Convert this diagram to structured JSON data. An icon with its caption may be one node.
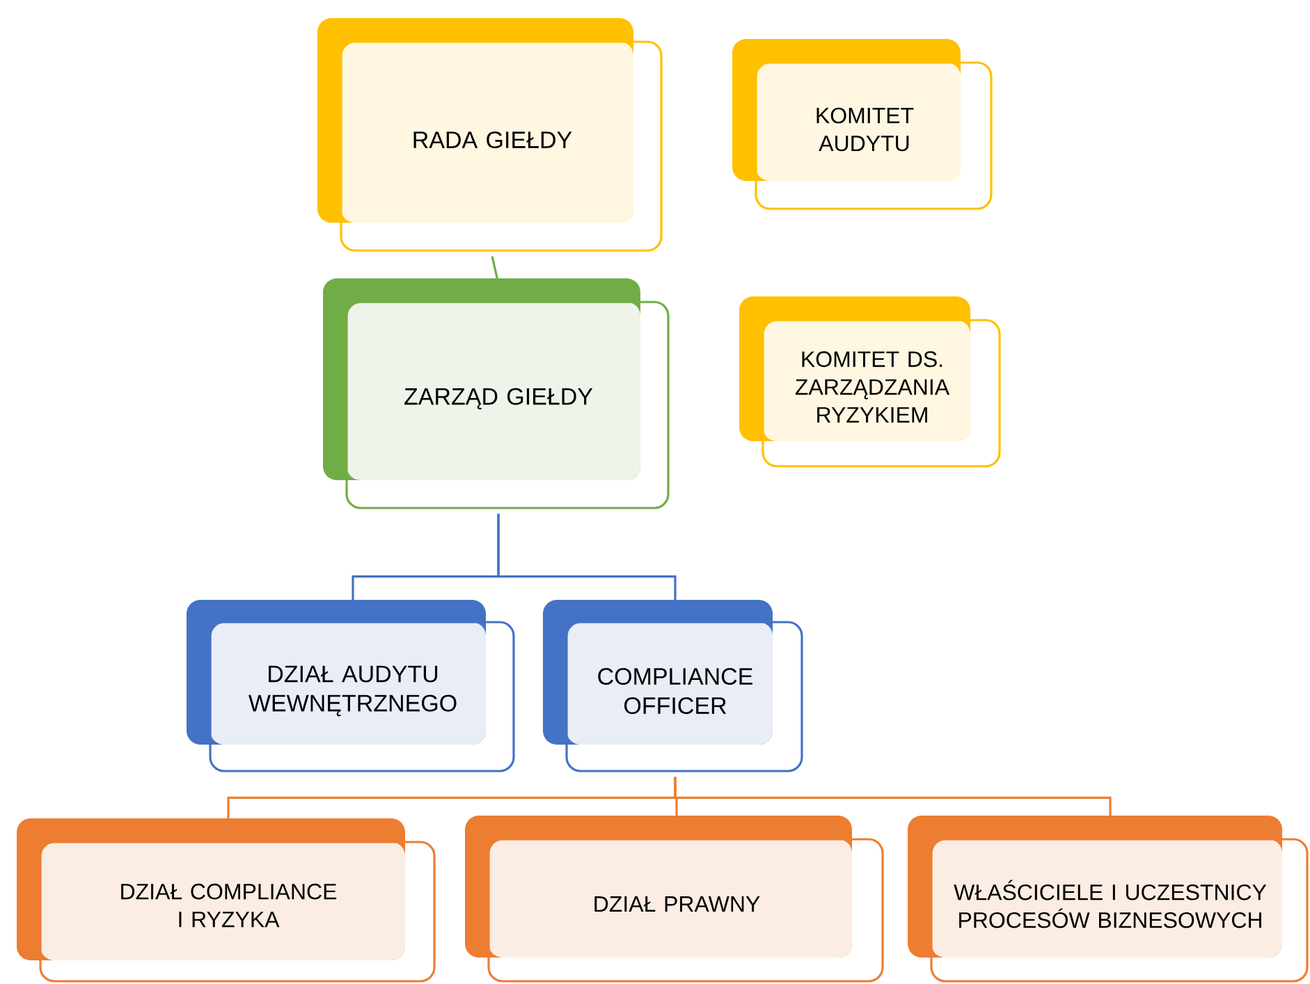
{
  "diagram": {
    "nodes": [
      {
        "text": [
          "RADA GIEŁDY"
        ]
      },
      {
        "text": [
          "KOMITET AUDYTU"
        ]
      },
      {
        "text": [
          "ZARZĄD GIEŁDY"
        ]
      },
      {
        "text": [
          "KOMITET DS. ZARZĄDZANIA RYZYKIEM"
        ]
      },
      {
        "text": [
          "DZIAŁ AUDYTU WEWNĘTRZNEGO"
        ]
      },
      {
        "text": [
          "COMPLIANCE OFFICER"
        ]
      },
      {
        "text": [
          "DZIAŁ COMPLIANCE I RYZYKA"
        ]
      },
      {
        "text": [
          "DZIAŁ PRAWNY"
        ]
      },
      {
        "text": [
          "WŁAŚCICIELE I UCZESTNICY PROCESÓW BIZNESOWYCH"
        ]
      }
    ],
    "edges": [
      {
        "from": 0,
        "to": 2,
        "arrow": "none",
        "color": "#70ad47"
      },
      {
        "from": 2,
        "to": 4,
        "arrow": "none",
        "color": "#4472c4"
      },
      {
        "from": 2,
        "to": 5,
        "arrow": "none",
        "color": "#4472c4"
      },
      {
        "from": 5,
        "to": 6,
        "arrow": "none",
        "color": "#ed7d31"
      },
      {
        "from": 5,
        "to": 7,
        "arrow": "none",
        "color": "#ed7d31"
      },
      {
        "from": 5,
        "to": 8,
        "arrow": "none",
        "color": "#ed7d31"
      }
    ]
  }
}
